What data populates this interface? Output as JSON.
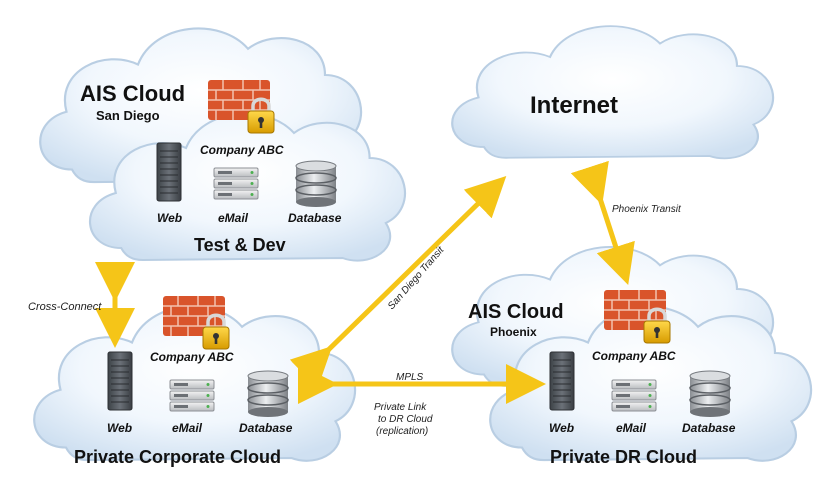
{
  "diagram": {
    "colors": {
      "cloud_fill": "#e2eef9",
      "cloud_edge": "#b9cee3",
      "arrow": "#f5c518",
      "firewall_brick": "#d9542b",
      "lock": "#e8b400",
      "server": "#555a60"
    },
    "clouds": {
      "ais_sd": {
        "title": "AIS Cloud",
        "subtitle": "San Diego"
      },
      "test_dev": {
        "title": "Test & Dev",
        "firewall_label": "Company ABC",
        "server_labels": [
          "Web",
          "eMail",
          "Database"
        ]
      },
      "internet": {
        "title": "Internet"
      },
      "corporate": {
        "title": "Private Corporate Cloud",
        "firewall_label": "Company ABC",
        "server_labels": [
          "Web",
          "eMail",
          "Database"
        ]
      },
      "ais_phx": {
        "title": "AIS Cloud",
        "subtitle": "Phoenix"
      },
      "dr": {
        "title": "Private DR Cloud",
        "firewall_label": "Company ABC",
        "server_labels": [
          "Web",
          "eMail",
          "Database"
        ]
      }
    },
    "links": {
      "cross_connect": "Cross-Connect",
      "san_diego_transit": "San Diego Transit",
      "phoenix_transit": "Phoenix Transit",
      "mpls": "MPLS",
      "private_link": [
        "Private Link",
        "to DR Cloud",
        "(replication)"
      ]
    },
    "icons": [
      "cloud-icon",
      "firewall-icon",
      "padlock-icon",
      "server-tower-icon",
      "rack-server-icon",
      "database-icon"
    ]
  }
}
